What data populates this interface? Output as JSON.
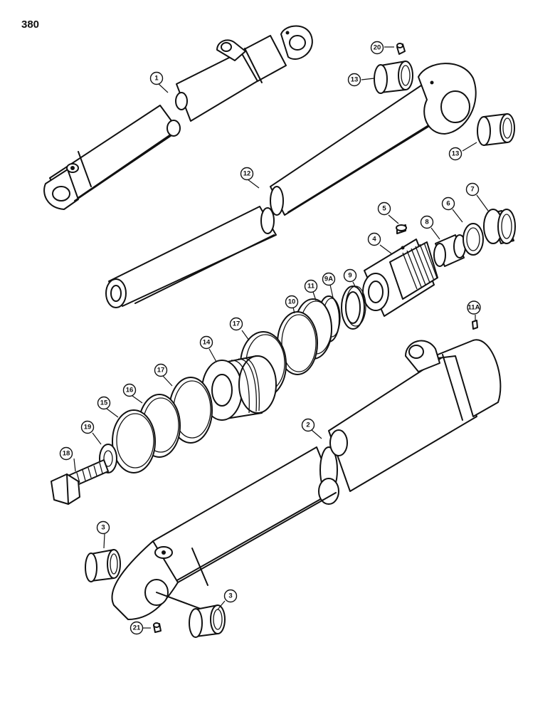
{
  "page_number": "380",
  "callouts": [
    {
      "id": "c1",
      "label": "1"
    },
    {
      "id": "c2",
      "label": "2"
    },
    {
      "id": "c3a",
      "label": "3"
    },
    {
      "id": "c3b",
      "label": "3"
    },
    {
      "id": "c4",
      "label": "4"
    },
    {
      "id": "c5",
      "label": "5"
    },
    {
      "id": "c6",
      "label": "6"
    },
    {
      "id": "c7",
      "label": "7"
    },
    {
      "id": "c8",
      "label": "8"
    },
    {
      "id": "c9",
      "label": "9"
    },
    {
      "id": "c9a",
      "label": "9A"
    },
    {
      "id": "c10",
      "label": "10"
    },
    {
      "id": "c11",
      "label": "11"
    },
    {
      "id": "c11a",
      "label": "11A"
    },
    {
      "id": "c12",
      "label": "12"
    },
    {
      "id": "c13a",
      "label": "13"
    },
    {
      "id": "c13b",
      "label": "13"
    },
    {
      "id": "c14",
      "label": "14"
    },
    {
      "id": "c15",
      "label": "15"
    },
    {
      "id": "c16",
      "label": "16"
    },
    {
      "id": "c17a",
      "label": "17"
    },
    {
      "id": "c17b",
      "label": "17"
    },
    {
      "id": "c18",
      "label": "18"
    },
    {
      "id": "c19",
      "label": "19"
    },
    {
      "id": "c20",
      "label": "20"
    },
    {
      "id": "c21",
      "label": "21"
    }
  ]
}
